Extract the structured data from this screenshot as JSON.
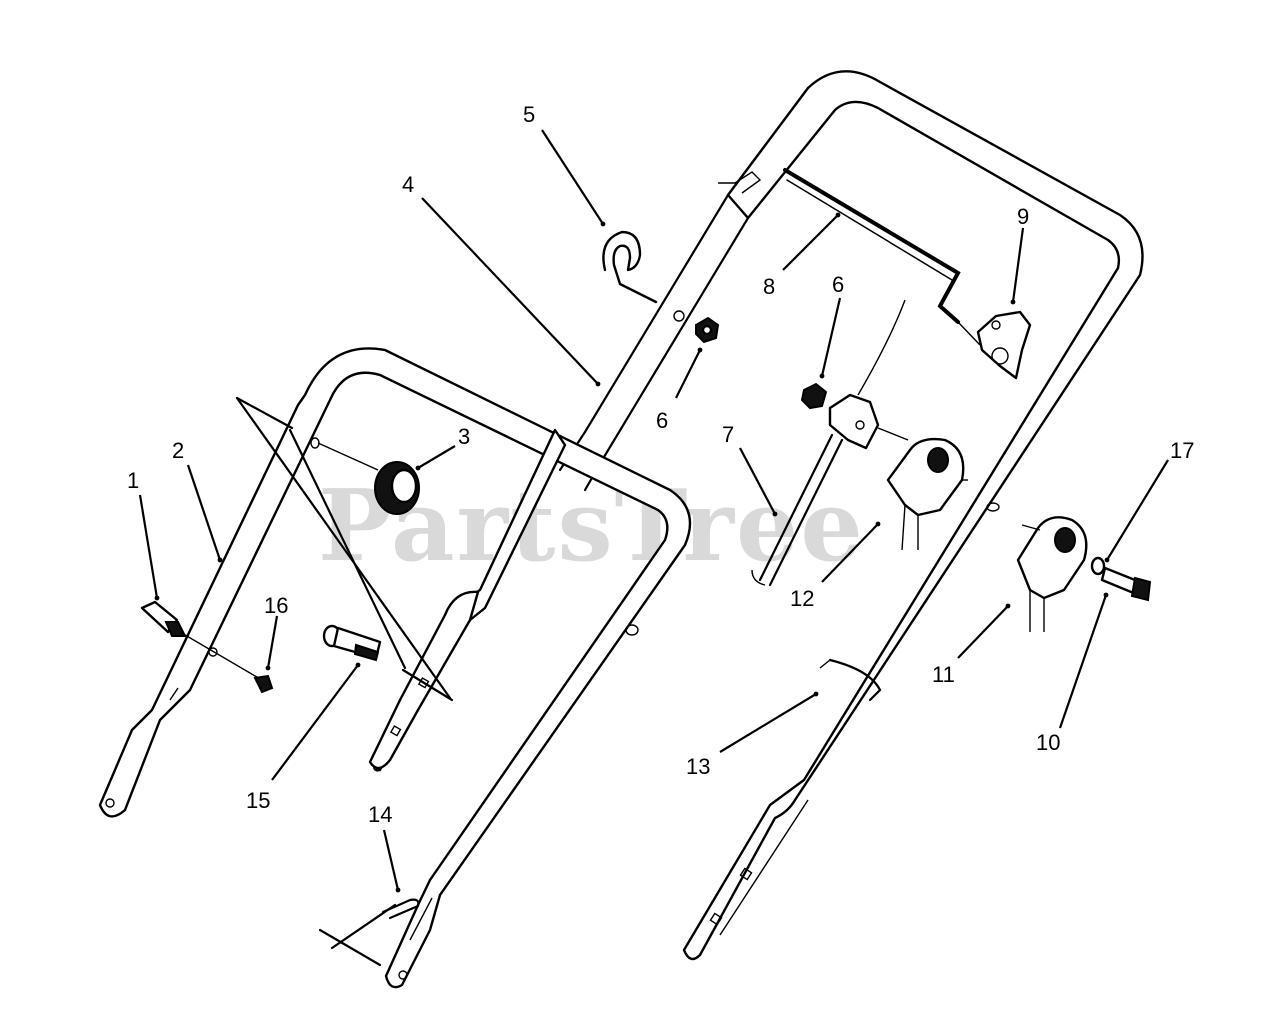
{
  "watermark": "PartsTree",
  "callouts": [
    {
      "id": "c1",
      "label": "1"
    },
    {
      "id": "c2",
      "label": "2"
    },
    {
      "id": "c3",
      "label": "3"
    },
    {
      "id": "c4",
      "label": "4"
    },
    {
      "id": "c5",
      "label": "5"
    },
    {
      "id": "c6a",
      "label": "6"
    },
    {
      "id": "c6b",
      "label": "6"
    },
    {
      "id": "c7",
      "label": "7"
    },
    {
      "id": "c8",
      "label": "8"
    },
    {
      "id": "c9",
      "label": "9"
    },
    {
      "id": "c10",
      "label": "10"
    },
    {
      "id": "c11",
      "label": "11"
    },
    {
      "id": "c12",
      "label": "12"
    },
    {
      "id": "c13",
      "label": "13"
    },
    {
      "id": "c14",
      "label": "14"
    },
    {
      "id": "c15",
      "label": "15"
    },
    {
      "id": "c16",
      "label": "16"
    },
    {
      "id": "c17",
      "label": "17"
    }
  ]
}
